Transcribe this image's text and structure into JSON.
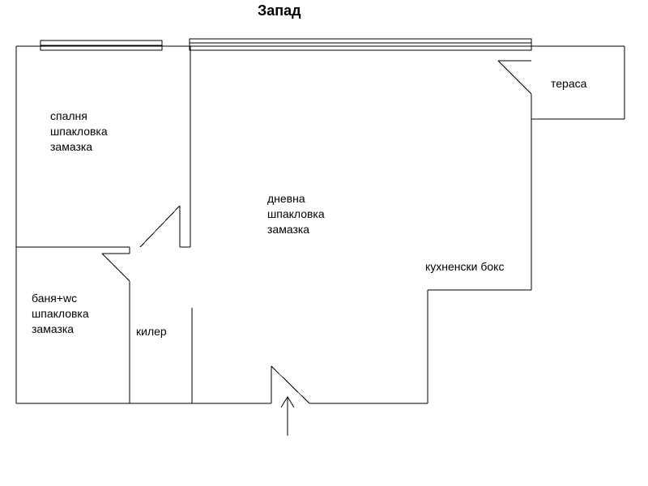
{
  "heading": "Запад",
  "rooms": {
    "bedroom": [
      "спалня",
      "шпакловка",
      "замазка"
    ],
    "living": [
      "дневна",
      "шпакловка",
      "замазка"
    ],
    "bath": [
      "баня+wc",
      "шпакловка",
      "замазка"
    ],
    "pantry": "килер",
    "kitchen": "кухненски бокс",
    "terrace": "тераса"
  },
  "colors": {
    "line": "#000000",
    "background": "#ffffff"
  }
}
